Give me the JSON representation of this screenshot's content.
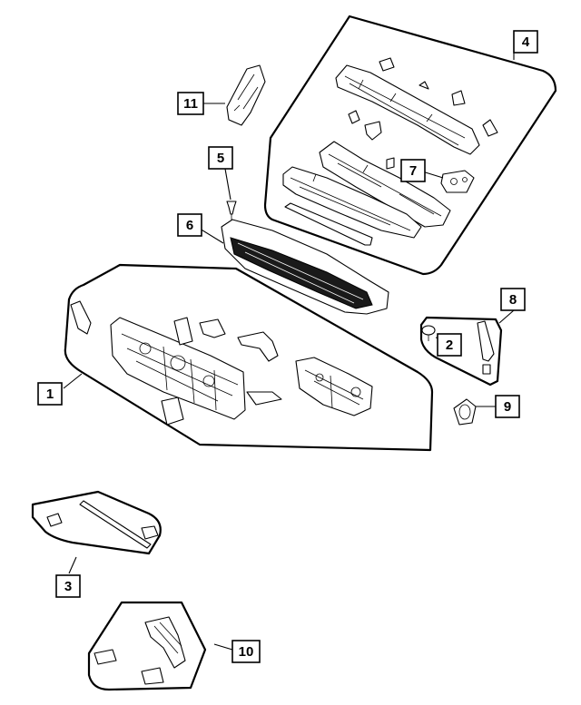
{
  "callouts": [
    {
      "id": "c1",
      "label": "1"
    },
    {
      "id": "c2",
      "label": "2"
    },
    {
      "id": "c3",
      "label": "3"
    },
    {
      "id": "c4",
      "label": "4"
    },
    {
      "id": "c5",
      "label": "5"
    },
    {
      "id": "c6",
      "label": "6"
    },
    {
      "id": "c7",
      "label": "7"
    },
    {
      "id": "c8",
      "label": "8"
    },
    {
      "id": "c9",
      "label": "9"
    },
    {
      "id": "c10",
      "label": "10"
    },
    {
      "id": "c11",
      "label": "11"
    }
  ]
}
